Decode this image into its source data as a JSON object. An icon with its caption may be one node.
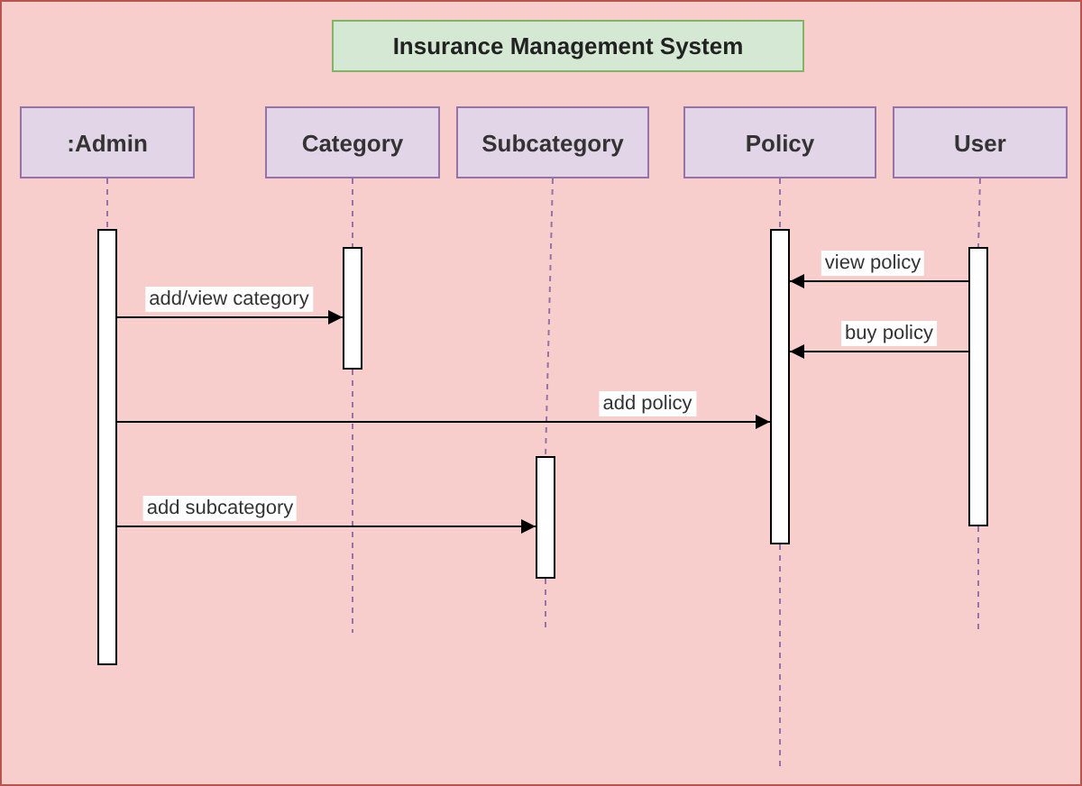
{
  "diagram": {
    "title": "Insurance Management System",
    "nodes": [
      {
        "text": [
          ":Admin"
        ]
      },
      {
        "text": [
          "Category"
        ]
      },
      {
        "text": [
          "Subcategory"
        ]
      },
      {
        "text": [
          "Policy"
        ]
      },
      {
        "text": [
          "User"
        ]
      },
      {
        "text": [],
        "shape": "bar"
      },
      {
        "text": [],
        "shape": "bar"
      },
      {
        "text": [],
        "shape": "bar"
      },
      {
        "text": [],
        "shape": "bar"
      },
      {
        "text": [],
        "shape": "bar"
      }
    ],
    "edges": [
      {
        "from": 0,
        "to": 5,
        "arrow": "none",
        "style": "dashed",
        "color": "#9673a6"
      },
      {
        "from": 1,
        "to": 6,
        "arrow": "none",
        "style": "dashed",
        "color": "#9673a6"
      },
      {
        "from": 2,
        "to": 7,
        "arrow": "none",
        "style": "dashed",
        "color": "#9673a6"
      },
      {
        "from": 3,
        "to": 8,
        "arrow": "none",
        "style": "dashed",
        "color": "#9673a6"
      },
      {
        "from": 4,
        "to": 9,
        "arrow": "none",
        "style": "dashed",
        "color": "#9673a6"
      },
      {
        "from": 5,
        "to": 6,
        "arrow": "to",
        "label": "add/view category",
        "color": "#000000"
      },
      {
        "from": 9,
        "to": 8,
        "arrow": "to",
        "label": "view policy",
        "color": "#000000"
      },
      {
        "from": 9,
        "to": 8,
        "arrow": "to",
        "label": "buy policy",
        "color": "#000000"
      },
      {
        "from": 5,
        "to": 8,
        "arrow": "to",
        "label": "add policy",
        "color": "#000000"
      },
      {
        "from": 5,
        "to": 7,
        "arrow": "to",
        "label": "add subcategory",
        "color": "#000000"
      }
    ]
  }
}
